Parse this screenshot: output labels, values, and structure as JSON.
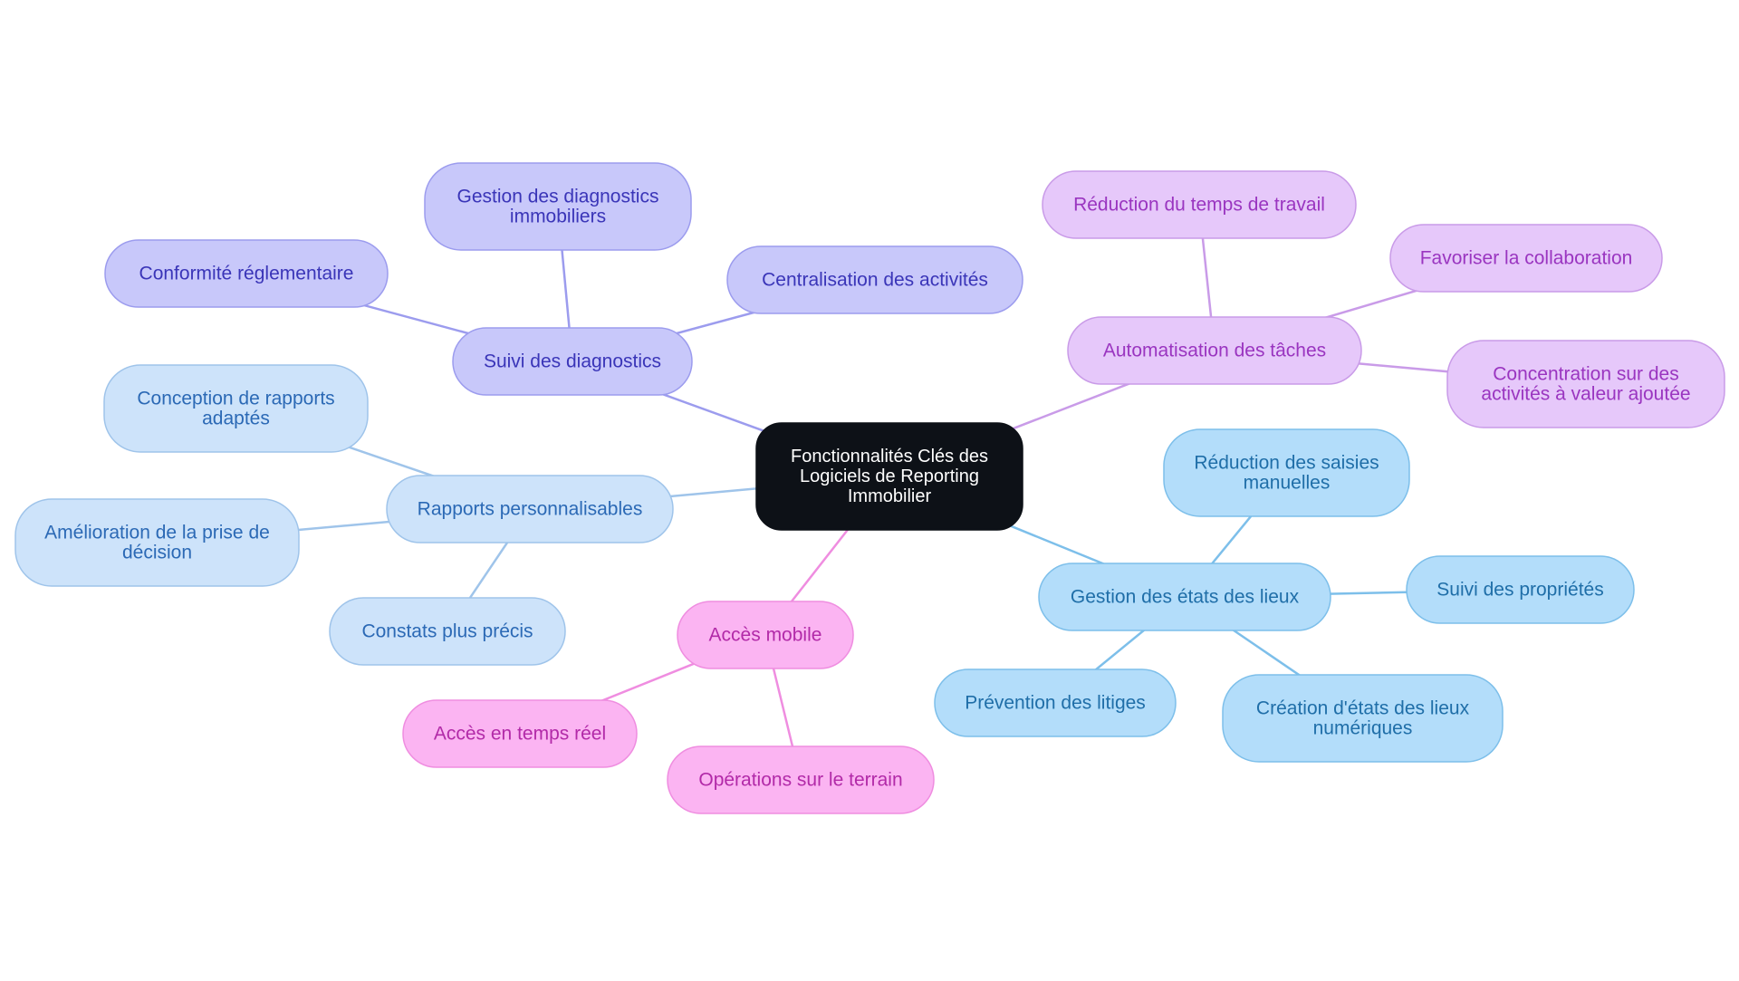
{
  "root": {
    "label": [
      "Fonctionnalités Clés des",
      "Logiciels de Reporting",
      "Immobilier"
    ],
    "fill": "#0d1117",
    "stroke": "#0d1117",
    "text_color": "#ffffff"
  },
  "branches": [
    {
      "id": "suivi-diagnostics",
      "colors": {
        "fill": "#c8c8fa",
        "stroke": "#9c9cee",
        "text": "#3a35b8",
        "edge": "#9c9cee"
      },
      "label": [
        "Suivi des diagnostics"
      ],
      "children": [
        {
          "id": "gestion-diagnostics",
          "label": [
            "Gestion des diagnostics",
            "immobiliers"
          ]
        },
        {
          "id": "conformite",
          "label": [
            "Conformité réglementaire"
          ]
        },
        {
          "id": "centralisation",
          "label": [
            "Centralisation des activités"
          ]
        }
      ]
    },
    {
      "id": "automatisation",
      "colors": {
        "fill": "#e6c8fa",
        "stroke": "#c99be8",
        "text": "#9a35c0",
        "edge": "#c99be8"
      },
      "label": [
        "Automatisation des tâches"
      ],
      "children": [
        {
          "id": "reduction-temps",
          "label": [
            "Réduction du temps de travail"
          ]
        },
        {
          "id": "collaboration",
          "label": [
            "Favoriser la collaboration"
          ]
        },
        {
          "id": "concentration",
          "label": [
            "Concentration sur des",
            "activités à valeur ajoutée"
          ]
        }
      ]
    },
    {
      "id": "rapports",
      "colors": {
        "fill": "#cde3fa",
        "stroke": "#9fc4ea",
        "text": "#2b69b5",
        "edge": "#9fc4ea"
      },
      "label": [
        "Rapports personnalisables"
      ],
      "children": [
        {
          "id": "conception",
          "label": [
            "Conception de rapports",
            "adaptés"
          ]
        },
        {
          "id": "amelioration",
          "label": [
            "Amélioration de la prise de",
            "décision"
          ]
        },
        {
          "id": "constats",
          "label": [
            "Constats plus précis"
          ]
        }
      ]
    },
    {
      "id": "acces-mobile",
      "colors": {
        "fill": "#fbb4f2",
        "stroke": "#ef8de0",
        "text": "#b22aa8",
        "edge": "#ef8de0"
      },
      "label": [
        "Accès mobile"
      ],
      "children": [
        {
          "id": "temps-reel",
          "label": [
            "Accès en temps réel"
          ]
        },
        {
          "id": "terrain",
          "label": [
            "Opérations sur le terrain"
          ]
        }
      ]
    },
    {
      "id": "etats-lieux",
      "colors": {
        "fill": "#b3ddfa",
        "stroke": "#7dbfea",
        "text": "#1f6ea8",
        "edge": "#7dbfea"
      },
      "label": [
        "Gestion des états des lieux"
      ],
      "children": [
        {
          "id": "saisies",
          "label": [
            "Réduction des saisies",
            "manuelles"
          ]
        },
        {
          "id": "suivi-proprietes",
          "label": [
            "Suivi des propriétés"
          ]
        },
        {
          "id": "creation-etats",
          "label": [
            "Création d'états des lieux",
            "numériques"
          ]
        },
        {
          "id": "prevention",
          "label": [
            "Prévention des litiges"
          ]
        }
      ]
    }
  ]
}
